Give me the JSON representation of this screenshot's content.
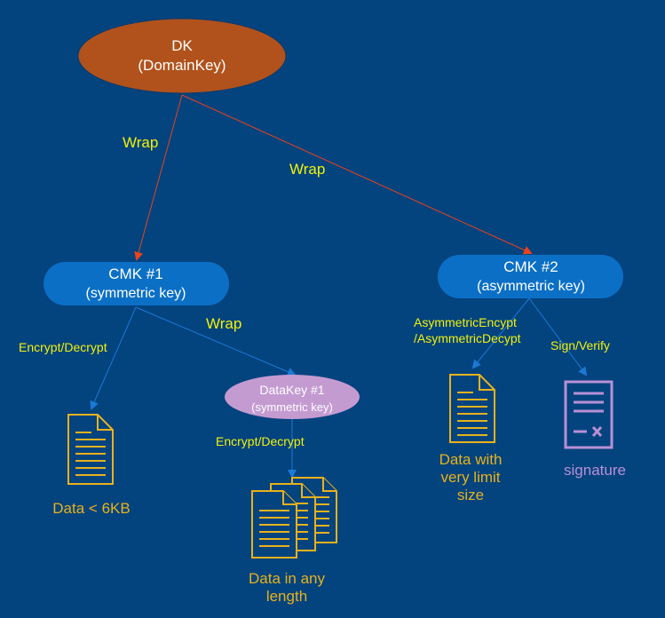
{
  "nodes": {
    "dk": {
      "line1": "DK",
      "line2": "(DomainKey)",
      "color": "#b1521c"
    },
    "cmk1": {
      "line1": "CMK #1",
      "line2": "(symmetric key)",
      "color": "#0b6fc6"
    },
    "cmk2": {
      "line1": "CMK #2",
      "line2": "(asymmetric key)",
      "color": "#0b6fc6"
    },
    "datakey1": {
      "line1": "DataKey #1",
      "line2": "(symmetric key)",
      "color": "#c49bd1"
    }
  },
  "edges": {
    "dk_cmk1": "Wrap",
    "dk_cmk2": "Wrap",
    "cmk1_datakey": "Wrap",
    "cmk1_data": "Encrypt/Decrypt",
    "datakey_data": "Encrypt/Decrypt",
    "cmk2_data_line1": "AsymmetricEncypt",
    "cmk2_data_line2": "/AsymmetricDecypt",
    "cmk2_sign": "Sign/Verify"
  },
  "captions": {
    "data_small": "Data < 6KB",
    "data_any_line1": "Data in any",
    "data_any_line2": "length",
    "data_limit_line1": "Data with",
    "data_limit_line2": "very limit",
    "data_limit_line3": "size",
    "signature": "signature"
  },
  "icons": {
    "document": "document-icon",
    "documents_stack": "document-stack-icon",
    "signature": "signed-certificate-icon"
  },
  "colors": {
    "background": "#03437e",
    "red_arrow": "#e8431e",
    "blue_arrow": "#1a7ad6",
    "label_yellow": "#f2f20a",
    "doc_gold": "#e8b21c",
    "signature_purple": "#b990d6"
  }
}
